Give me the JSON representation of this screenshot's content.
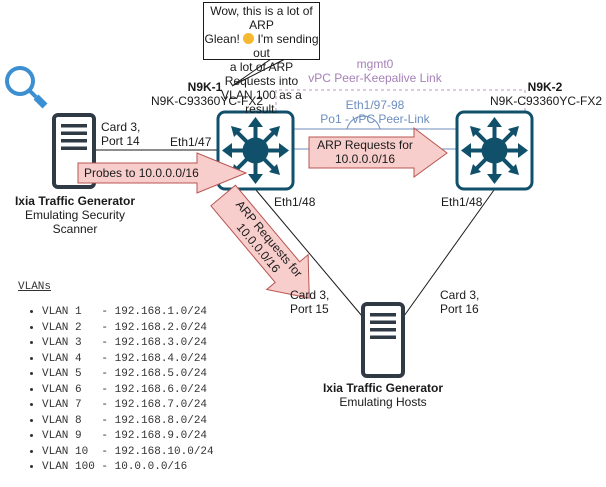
{
  "callout": {
    "line1": "Wow, this is a lot of ARP",
    "line2_pre": "Glean! ",
    "line2_post": " I'm sending out",
    "line3": "a lot of ARP Requests into",
    "line4": "VLAN 100 as a result.",
    "emoji": "worried-face"
  },
  "switches": {
    "n9k1": {
      "name": "N9K-1",
      "model": "N9K-C93360YC-FX2",
      "uplink_port": "Eth1/47",
      "downlink_port": "Eth1/48"
    },
    "n9k2": {
      "name": "N9K-2",
      "model": "N9K-C93360YC-FX2",
      "downlink_port": "Eth1/48"
    }
  },
  "links": {
    "keepalive": {
      "line1": "mgmt0",
      "line2": "vPC Peer-Keepalive Link"
    },
    "peer_link": {
      "line1": "Eth1/97-98",
      "line2": "Po1 - vPC Peer-Link"
    }
  },
  "scanner": {
    "port_line1": "Card 3,",
    "port_line2": "Port 14",
    "title": "Ixia Traffic Generator",
    "sub1": "Emulating Security",
    "sub2": "Scanner"
  },
  "hosts": {
    "port15_line1": "Card 3,",
    "port15_line2": "Port 15",
    "port16_line1": "Card 3,",
    "port16_line2": "Port 16",
    "title": "Ixia Traffic Generator",
    "sub": "Emulating Hosts"
  },
  "arrows": {
    "probes": "Probes to 10.0.0.0/16",
    "arp_peer_line1": "ARP Requests for",
    "arp_peer_line2": "10.0.0.0/16",
    "arp_down_line1": "ARP Requests for",
    "arp_down_line2": "10.0.0.0/16"
  },
  "vlans": {
    "title": "VLANs",
    "items": [
      "VLAN 1   - 192.168.1.0/24",
      "VLAN 2   - 192.168.2.0/24",
      "VLAN 3   - 192.168.3.0/24",
      "VLAN 4   - 192.168.4.0/24",
      "VLAN 5   - 192.168.5.0/24",
      "VLAN 6   - 192.168.6.0/24",
      "VLAN 7   - 192.168.7.0/24",
      "VLAN 8   - 192.168.8.0/24",
      "VLAN 9   - 192.168.9.0/24",
      "VLAN 10  - 192.168.10.0/24",
      "VLAN 100 - 10.0.0.0/16"
    ]
  },
  "colors": {
    "switch": "#10506b",
    "arrow_fill": "#f8cecc",
    "arrow_stroke": "#b85450",
    "peer_link": "#6c8ebf",
    "keepalive": "#a680b8",
    "magnifier": "#3c8fd0",
    "server": "#2f3a45"
  }
}
